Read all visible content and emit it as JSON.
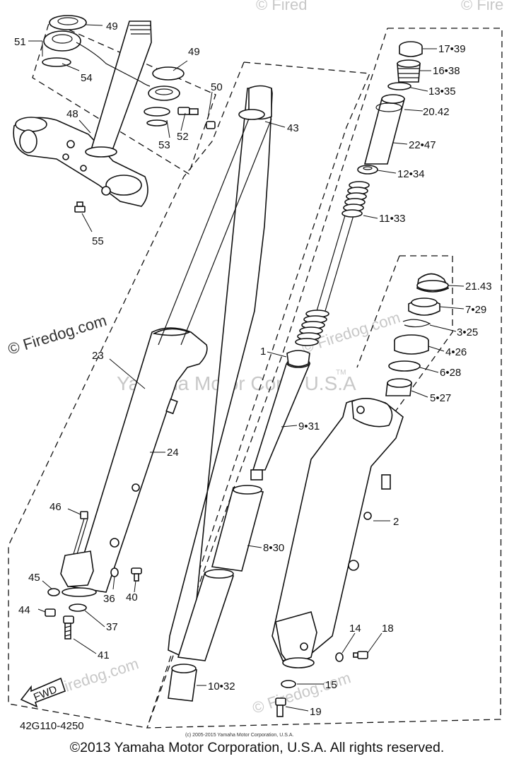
{
  "watermarks": {
    "firedog_main": "© Firedog.com",
    "firedog_corner_a": "© Fired",
    "firedog_corner_b": "© Fire",
    "firedog_mid": "© Firedog.com",
    "firedog_bottom": "© Firedog.com",
    "firedog_bottom2": "© Firedog.com",
    "yamaha": "Yamaha Motor Corp. U.S.A",
    "tm": "TM"
  },
  "fwd_label": "FWD",
  "diagram_code": "42G110-4250",
  "small_copyright": "(c) 2005-2015 Yamaha Motor Corporation, U.S.A.",
  "footer_copyright": "©2013 Yamaha Motor Corporation, U.S.A. All rights reserved.",
  "callouts": {
    "c1": "1",
    "c2": "2",
    "c14": "14",
    "c15": "15",
    "c18": "18",
    "c19": "19",
    "c23": "23",
    "c24": "24",
    "c36": "36",
    "c37": "37",
    "c40": "40",
    "c41": "41",
    "c43": "43",
    "c44": "44",
    "c45": "45",
    "c46": "46",
    "c48": "48",
    "c49a": "49",
    "c49b": "49",
    "c50": "50",
    "c51": "51",
    "c52": "52",
    "c53": "53",
    "c54": "54",
    "c55": "55",
    "c17_39": "17•39",
    "c16_38": "16•38",
    "c13_35": "13•35",
    "c20_42": "20.42",
    "c22_47": "22•47",
    "c12_34": "12•34",
    "c11_33": "11•33",
    "c21_43": "21.43",
    "c7_29": "7•29",
    "c3_25": "3•25",
    "c4_26": "4•26",
    "c6_28": "6•28",
    "c5_27": "5•27",
    "c9_31": "9•31",
    "c8_30": "8•30",
    "c10_32": "10•32"
  }
}
